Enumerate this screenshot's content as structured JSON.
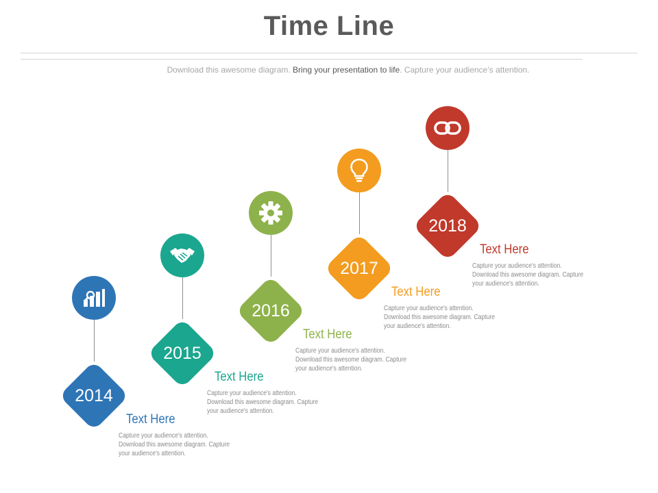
{
  "title": "Time Line",
  "subtitle": {
    "part1": "Download this awesome diagram. ",
    "part2": "Bring your presentation to life",
    "part3": ".  Capture your audience’s attention."
  },
  "milestones": [
    {
      "year": "2014",
      "heading": "Text Here",
      "desc_lines": [
        "Capture your audience's attention.",
        "Download this awesome diagram. Capture",
        "your audience's attention."
      ],
      "color": "#2e75b6",
      "icon": "bar-chart-search-icon"
    },
    {
      "year": "2015",
      "heading": "Text Here",
      "desc_lines": [
        "Capture your audience's attention.",
        "Download this awesome diagram. Capture",
        "your audience's attention."
      ],
      "color": "#1ba68f",
      "icon": "handshake-icon"
    },
    {
      "year": "2016",
      "heading": "Text Here",
      "desc_lines": [
        "Capture your audience's attention.",
        "Download this awesome diagram. Capture",
        "your audience's attention."
      ],
      "color": "#8db24b",
      "icon": "gear-icon"
    },
    {
      "year": "2017",
      "heading": "Text Here",
      "desc_lines": [
        "Capture your audience's attention.",
        "Download this awesome diagram. Capture",
        "your audience's attention."
      ],
      "color": "#f39c1f",
      "icon": "lightbulb-icon"
    },
    {
      "year": "2018",
      "heading": "Text Here",
      "desc_lines": [
        "Capture your audience's attention.",
        "Download this awesome diagram. Capture",
        "your audience's attention."
      ],
      "color": "#c0392b",
      "icon": "link-icon"
    }
  ]
}
